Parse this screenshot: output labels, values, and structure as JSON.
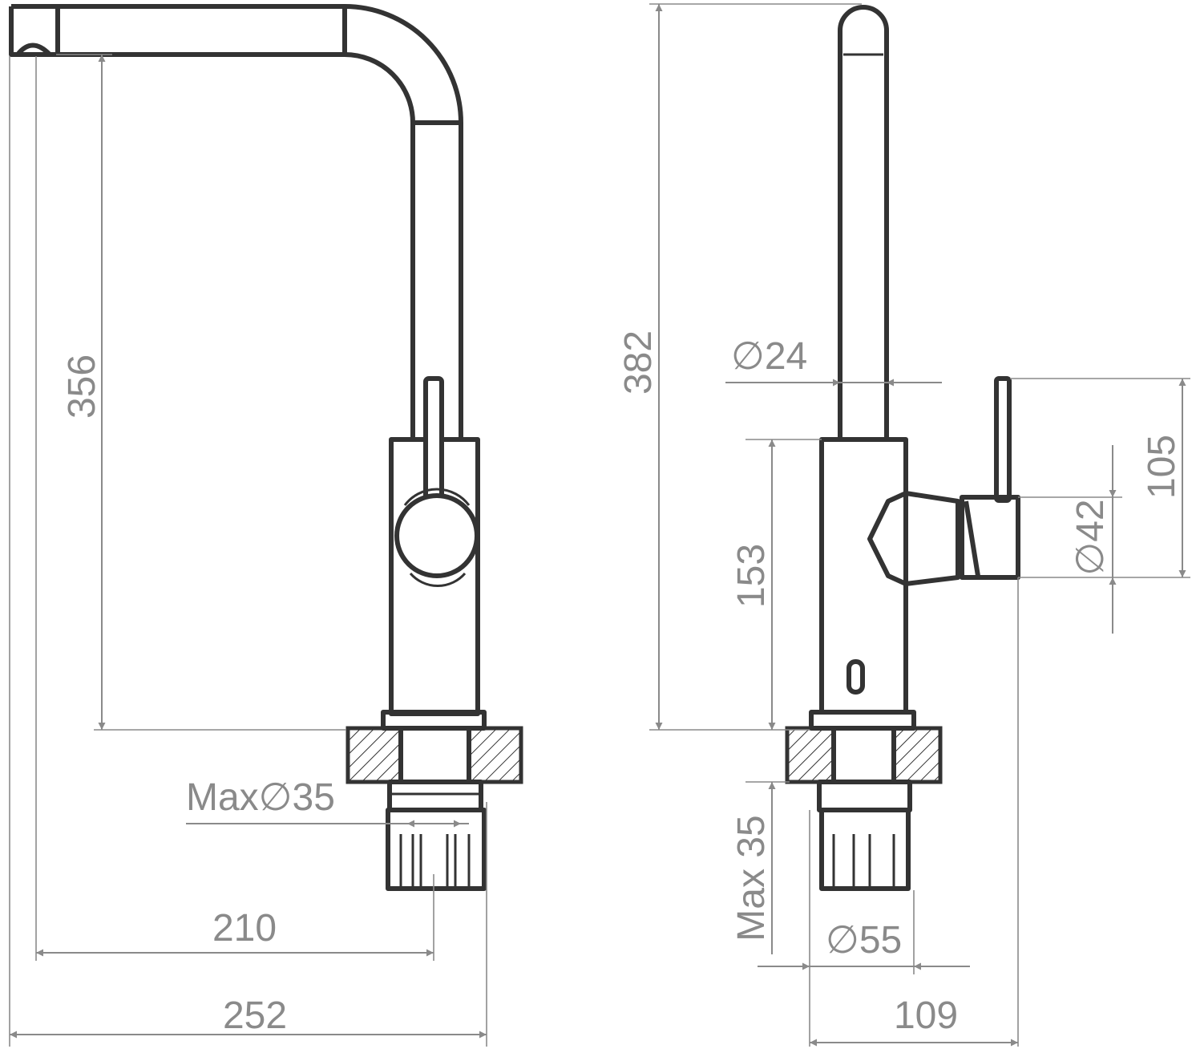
{
  "dimensions": {
    "spout_height": "356",
    "total_height": "382",
    "spout_diameter": "∅24",
    "lever_height": "105",
    "handle_diameter": "∅42",
    "body_height": "153",
    "max_hole_diameter": "Max∅35",
    "max_counter_thickness": "Max 35",
    "base_diameter": "∅55",
    "reach": "210",
    "total_length": "252",
    "side_depth": "109"
  },
  "colors": {
    "outline": "#333333",
    "dimension": "#8a8a8a"
  }
}
